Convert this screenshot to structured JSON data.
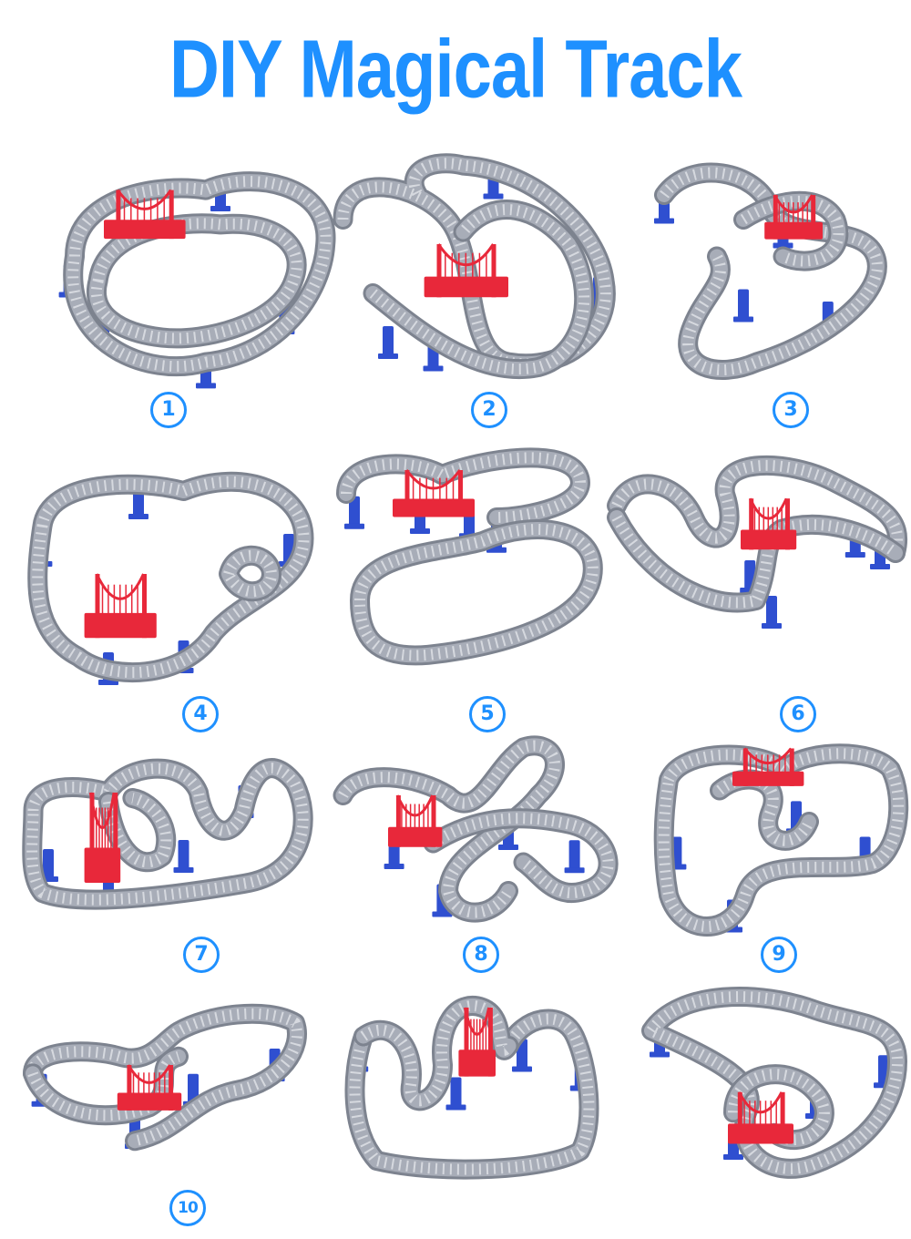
{
  "title": "DIY Magical Track",
  "colors": {
    "title": "#1e90ff",
    "track": "#a8adb8",
    "track_edge": "#7d838f",
    "track_tie": "#d6d9df",
    "pillar": "#2f4fd0",
    "bridge": "#e8283a"
  },
  "layouts": [
    {
      "number": "1"
    },
    {
      "number": "2"
    },
    {
      "number": "3"
    },
    {
      "number": "4"
    },
    {
      "number": "5"
    },
    {
      "number": "6"
    },
    {
      "number": "7"
    },
    {
      "number": "8"
    },
    {
      "number": "9"
    },
    {
      "number": "10"
    },
    {
      "number": "",
      "number_visible": false
    },
    {
      "number": "",
      "number_visible": false
    }
  ]
}
